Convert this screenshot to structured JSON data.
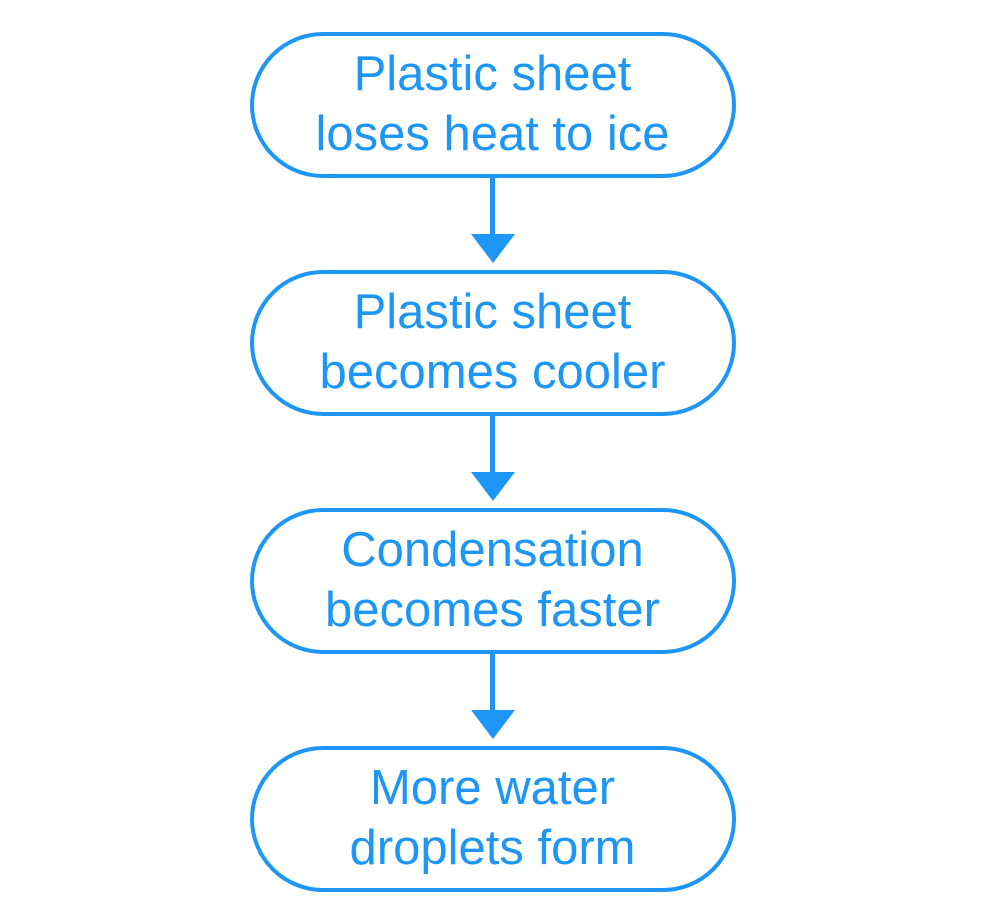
{
  "diagram": {
    "type": "flowchart",
    "direction": "top-down",
    "accent_color": "#1e96f5",
    "background_color": "#ffffff",
    "nodes": [
      {
        "id": "step-1",
        "line1": "Plastic sheet",
        "line2": "loses heat to ice"
      },
      {
        "id": "step-2",
        "line1": "Plastic sheet",
        "line2": "becomes cooler"
      },
      {
        "id": "step-3",
        "line1": "Condensation",
        "line2": "becomes faster"
      },
      {
        "id": "step-4",
        "line1": "More water",
        "line2": "droplets form"
      }
    ],
    "edges": [
      {
        "from": "step-1",
        "to": "step-2",
        "style": "arrow-down"
      },
      {
        "from": "step-2",
        "to": "step-3",
        "style": "arrow-down"
      },
      {
        "from": "step-3",
        "to": "step-4",
        "style": "arrow-down"
      }
    ]
  }
}
